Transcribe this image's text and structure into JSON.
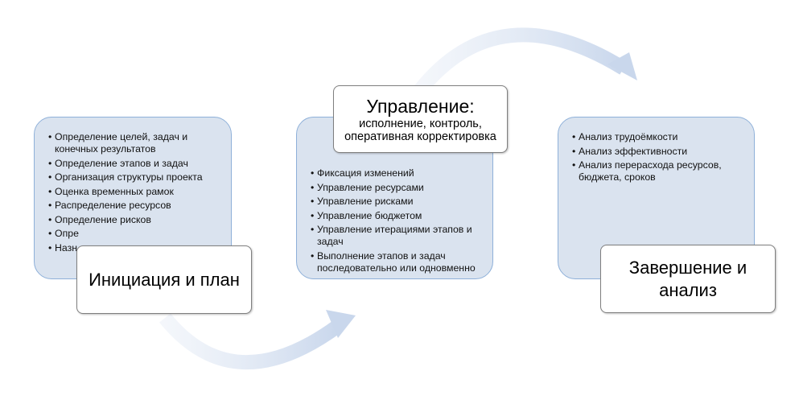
{
  "stages": [
    {
      "title": "Инициация и план",
      "items": [
        "Определение целей, задач и конечных результатов",
        "Определение этапов и задач",
        "Организация структуры проекта",
        "Оценка временных рамок",
        "Распределение ресурсов",
        "Определение рисков",
        "Опре",
        "Назн"
      ]
    },
    {
      "title": "Управление:",
      "subtitle": "исполнение, контроль, оперативная корректировка",
      "items": [
        "Фиксация изменений",
        "Управление ресурсами",
        "Управление рисками",
        "Управление бюджетом",
        "Управление итерациями этапов и задач",
        "Выполнение этапов и задач последовательно или одновменно"
      ]
    },
    {
      "title": "Завершение и анализ",
      "items": [
        "Анализ трудоёмкости",
        "Анализ эффективности",
        "Анализ перерасхода ресурсов, бюджета, сроков"
      ]
    }
  ],
  "colors": {
    "box_fill": "#dae3ef",
    "box_border": "#8eb0d9",
    "arrow": "#dce5f2"
  }
}
